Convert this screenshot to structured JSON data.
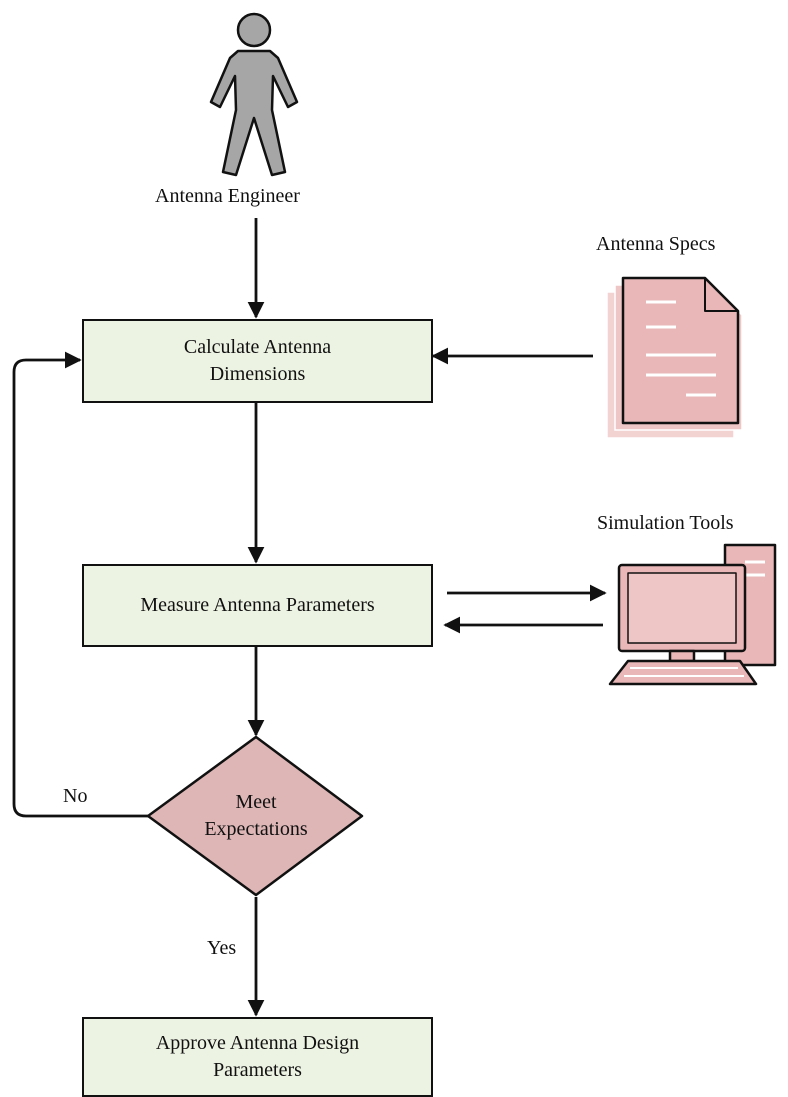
{
  "actors": {
    "engineer": "Antenna Engineer",
    "specs": "Antenna Specs",
    "tools": "Simulation Tools"
  },
  "steps": {
    "calculate": [
      "Calculate Antenna",
      "Dimensions"
    ],
    "measure": "Measure Antenna Parameters",
    "decision": [
      "Meet",
      "Expectations"
    ],
    "approve": [
      "Approve Antenna Design",
      "Parameters"
    ]
  },
  "branches": {
    "no": "No",
    "yes": "Yes"
  },
  "colors": {
    "process_fill": "#edf3e3",
    "decision_fill": "#deb6b6",
    "icon_fill": "#e9b7b7",
    "person_fill": "#a6a6a6"
  },
  "icons": {
    "person": "person-icon",
    "document": "document-stack-icon",
    "computer": "desktop-computer-icon"
  }
}
